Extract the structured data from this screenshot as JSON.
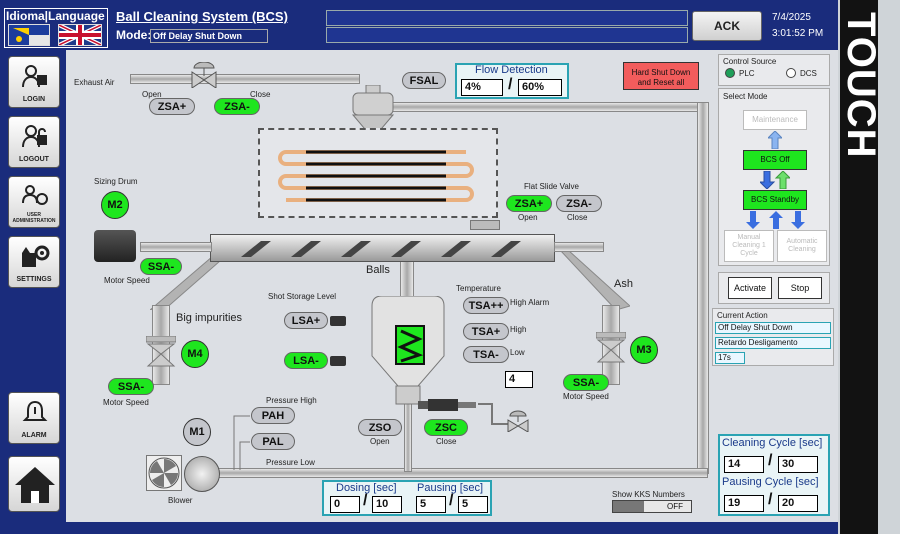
{
  "header": {
    "lang_label": "Idioma|Language",
    "title": "Ball Cleaning System (BCS)",
    "mode_label": "Mode:",
    "mode_value": "Off Delay Shut Down",
    "ack_label": "ACK",
    "date": "7/4/2025",
    "time": "3:01:52 PM"
  },
  "side_text": "TOUCH",
  "nav": {
    "login": "LOGIN",
    "logout": "LOGOUT",
    "user_admin": "USER ADMINISTRATION",
    "settings": "SETTINGS",
    "alarm": "ALARM"
  },
  "process": {
    "exhaust_air": "Exhaust Air",
    "open": "Open",
    "close": "Close",
    "zsa_plus": "ZSA+",
    "zsa_minus": "ZSA-",
    "fsal": "FSAL",
    "flow_title": "Flow Detection",
    "flow_val1": "4%",
    "flow_val2": "60%",
    "hard_shutdown": "Hard Shut Down and Reset all",
    "sizing_drum": "Sizing Drum",
    "m2": "M2",
    "ssa_minus": "SSA-",
    "motor_speed": "Motor Speed",
    "flat_slide": "Flat Slide Valve",
    "balls": "Balls",
    "ash": "Ash",
    "big_impurities": "Big impurities",
    "m4": "M4",
    "m3": "M3",
    "shot_storage": "Shot Storage Level",
    "lsa_plus": "LSA+",
    "lsa_minus": "LSA-",
    "temperature": "Temperature",
    "tsa_pp": "TSA++",
    "tsa_plus": "TSA+",
    "tsa_minus": "TSA-",
    "high_alarm": "High Alarm",
    "high": "High",
    "low": "Low",
    "level_value": "4",
    "pressure_high": "Pressure High",
    "pressure_low": "Pressure Low",
    "pah": "PAH",
    "pal": "PAL",
    "m1": "M1",
    "blower": "Blower",
    "zso": "ZSO",
    "zsc": "ZSC",
    "dosing_title": "Dosing [sec]",
    "dosing_v1": "0",
    "dosing_v2": "10",
    "pausing_title": "Pausing [sec]",
    "pausing_v1": "5",
    "pausing_v2": "5",
    "kks_label": "Show KKS Numbers",
    "kks_state": "OFF"
  },
  "control": {
    "control_source": "Control Source",
    "plc": "PLC",
    "dcs": "DCS",
    "select_mode": "Select Mode",
    "maintenance": "Maintenance",
    "bcs_off": "BCS Off",
    "bcs_standby": "BCS Standby",
    "manual_cleaning": "Manual Cleaning 1 Cycle",
    "automatic_cleaning": "Automatic Cleaning",
    "activate": "Activate",
    "stop": "Stop",
    "current_action": "Current Action",
    "action1": "Off Delay Shut Down",
    "action2": "Retardo Desligamento",
    "action3": "17s",
    "cleaning_cycle": "Cleaning Cycle [sec]",
    "cc_v1": "14",
    "cc_v2": "30",
    "pausing_cycle": "Pausing Cycle [sec]",
    "pc_v1": "19",
    "pc_v2": "20"
  },
  "colors": {
    "header": "#1a2c7c",
    "active_green": "#1ee61e",
    "alarm_red": "#f25c5c",
    "teal": "#2aa3b3"
  }
}
